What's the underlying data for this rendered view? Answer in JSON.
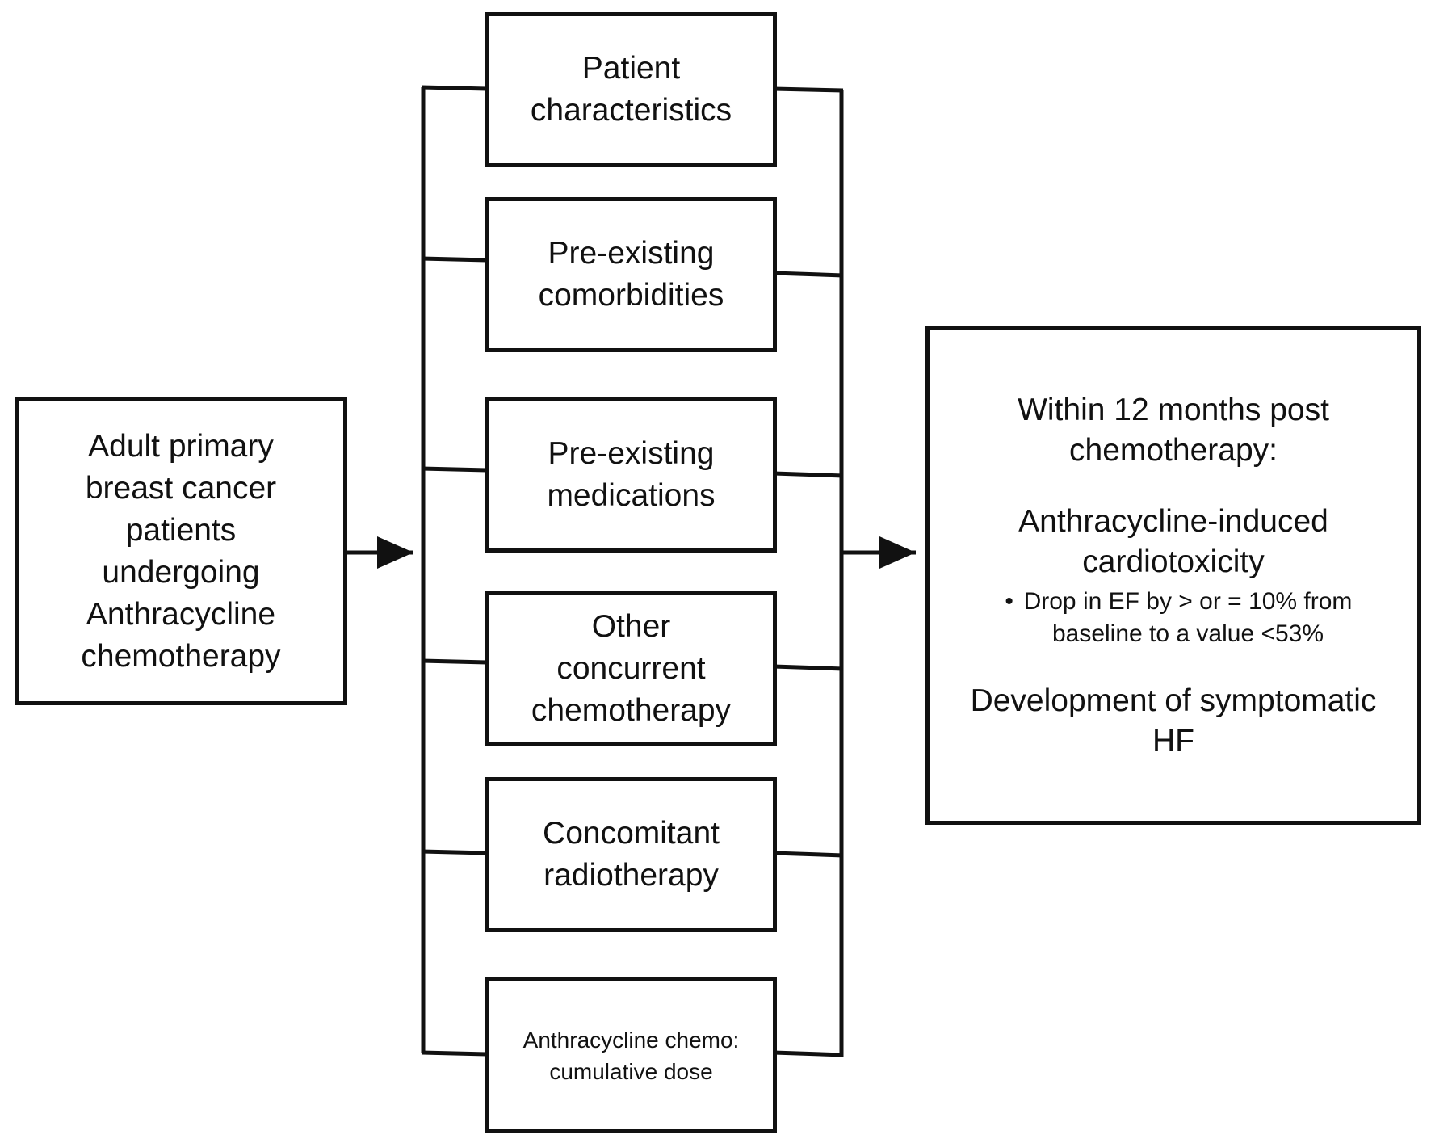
{
  "population": {
    "label": "Adult primary\nbreast cancer\npatients\nundergoing\nAnthracycline\nchemotherapy"
  },
  "factors": [
    {
      "label": "Patient\ncharacteristics"
    },
    {
      "label": "Pre-existing\ncomorbidities"
    },
    {
      "label": "Pre-existing\nmedications"
    },
    {
      "label": "Other\nconcurrent\nchemotherapy"
    },
    {
      "label": "Concomitant\nradiotherapy"
    },
    {
      "label": "Anthracycline chemo:\ncumulative dose"
    }
  ],
  "outcome": {
    "timeframe": "Within 12 months post\nchemotherapy:",
    "primary": "Anthracycline-induced\ncardiotoxicity",
    "criterion_bullet": "•",
    "criterion": "Drop in EF by > or = 10% from\nbaseline to a value <53%",
    "secondary": "Development of symptomatic\nHF"
  }
}
